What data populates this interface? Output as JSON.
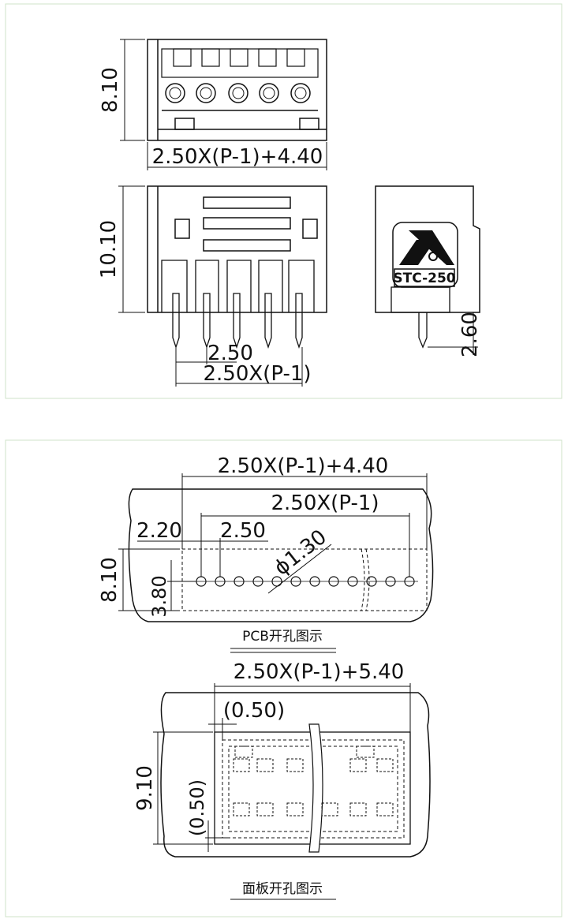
{
  "top": {
    "front_height": "8.10",
    "front_width": "2.50X(P-1)+4.40",
    "body_height": "10.10",
    "pitch": "2.50",
    "pin_span": "2.50X(P-1)",
    "pin_length": "2.60",
    "logo_text": "STC-250"
  },
  "pcb": {
    "overall_width": "2.50X(P-1)+4.40",
    "pin_span": "2.50X(P-1)",
    "edge_offset": "2.20",
    "pitch": "2.50",
    "hole_diameter": "ϕ1.30",
    "height": "8.10",
    "row_offset": "3.80",
    "caption": "PCB开孔图示"
  },
  "panel": {
    "overall_width": "2.50X(P-1)+5.40",
    "clearance_x": "(0.50)",
    "height": "9.10",
    "clearance_y": "(0.50)",
    "caption": "面板开孔图示"
  },
  "colors": {
    "frame": "#cfe3c9",
    "line": "#111111"
  }
}
